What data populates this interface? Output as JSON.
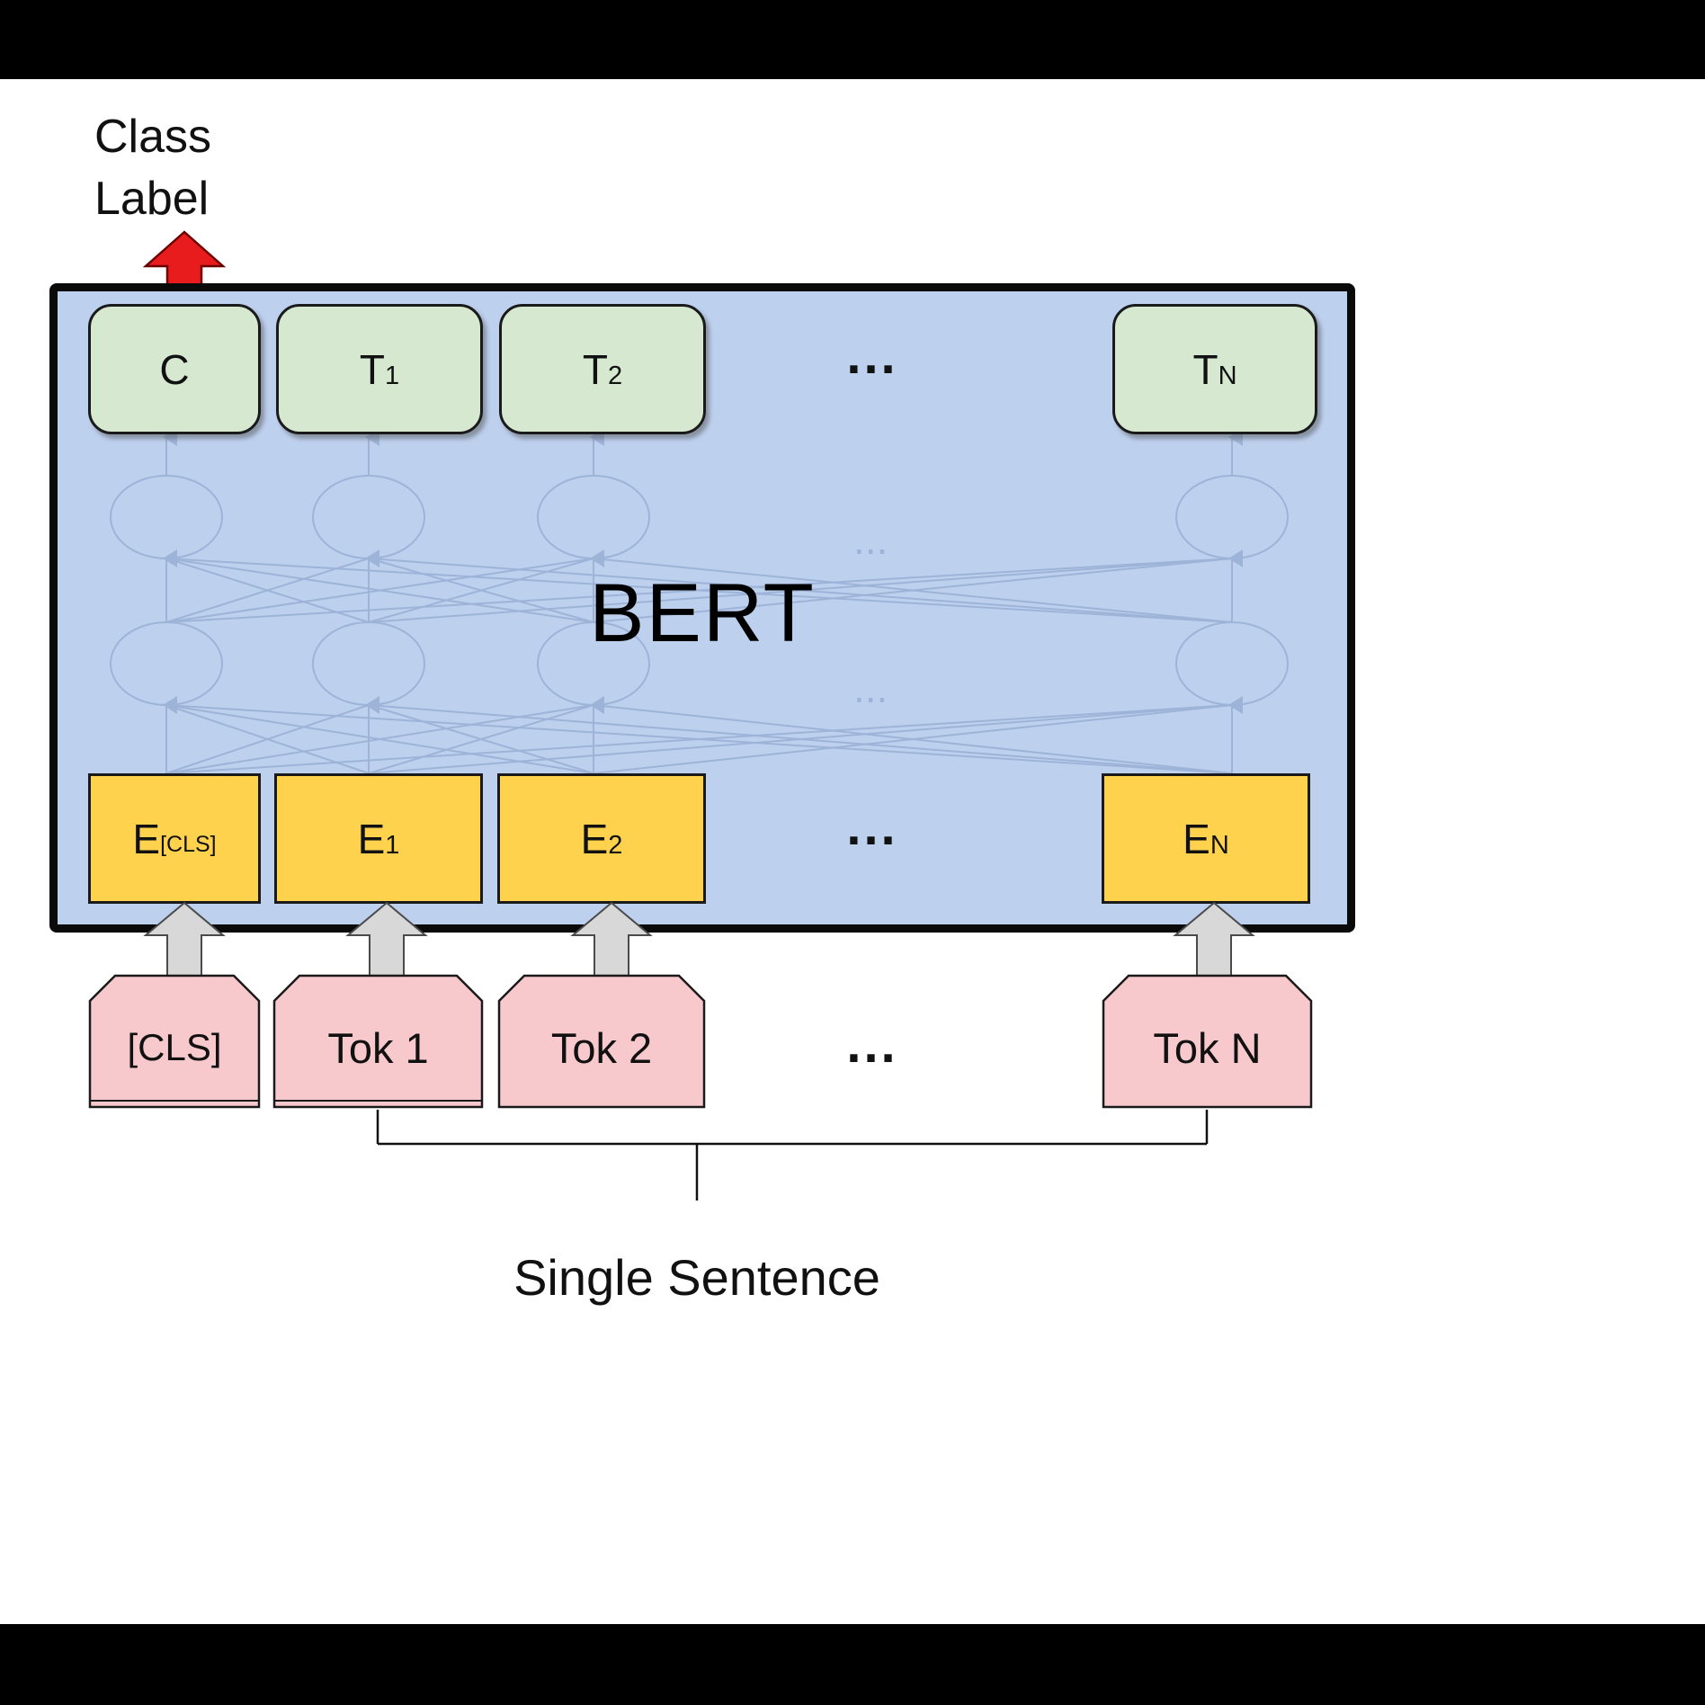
{
  "class_label": {
    "line1": "Class",
    "line2": "Label"
  },
  "bert": {
    "label": "BERT"
  },
  "ellipsis": "...",
  "output_row": [
    {
      "main": "C",
      "sub": ""
    },
    {
      "main": "T",
      "sub": "1"
    },
    {
      "main": "T",
      "sub": "2"
    },
    {
      "main": "T",
      "sub": "N"
    }
  ],
  "embedding_row": [
    {
      "main": "E",
      "sub": "[CLS]"
    },
    {
      "main": "E",
      "sub": "1"
    },
    {
      "main": "E",
      "sub": "2"
    },
    {
      "main": "E",
      "sub": "N"
    }
  ],
  "input_row": [
    {
      "label": "[CLS]"
    },
    {
      "label": "Tok 1"
    },
    {
      "label": "Tok 2"
    },
    {
      "label": "Tok N"
    }
  ],
  "caption": "Single Sentence",
  "colors": {
    "bert_fill": "#bdd0ee",
    "output_fill": "#d6e8d0",
    "embedding_fill": "#ffd24d",
    "input_fill": "#f8c9cc",
    "class_arrow": "#e81c1c",
    "input_arrow": "#d8d8d8",
    "network_lines": "#8098c4"
  }
}
